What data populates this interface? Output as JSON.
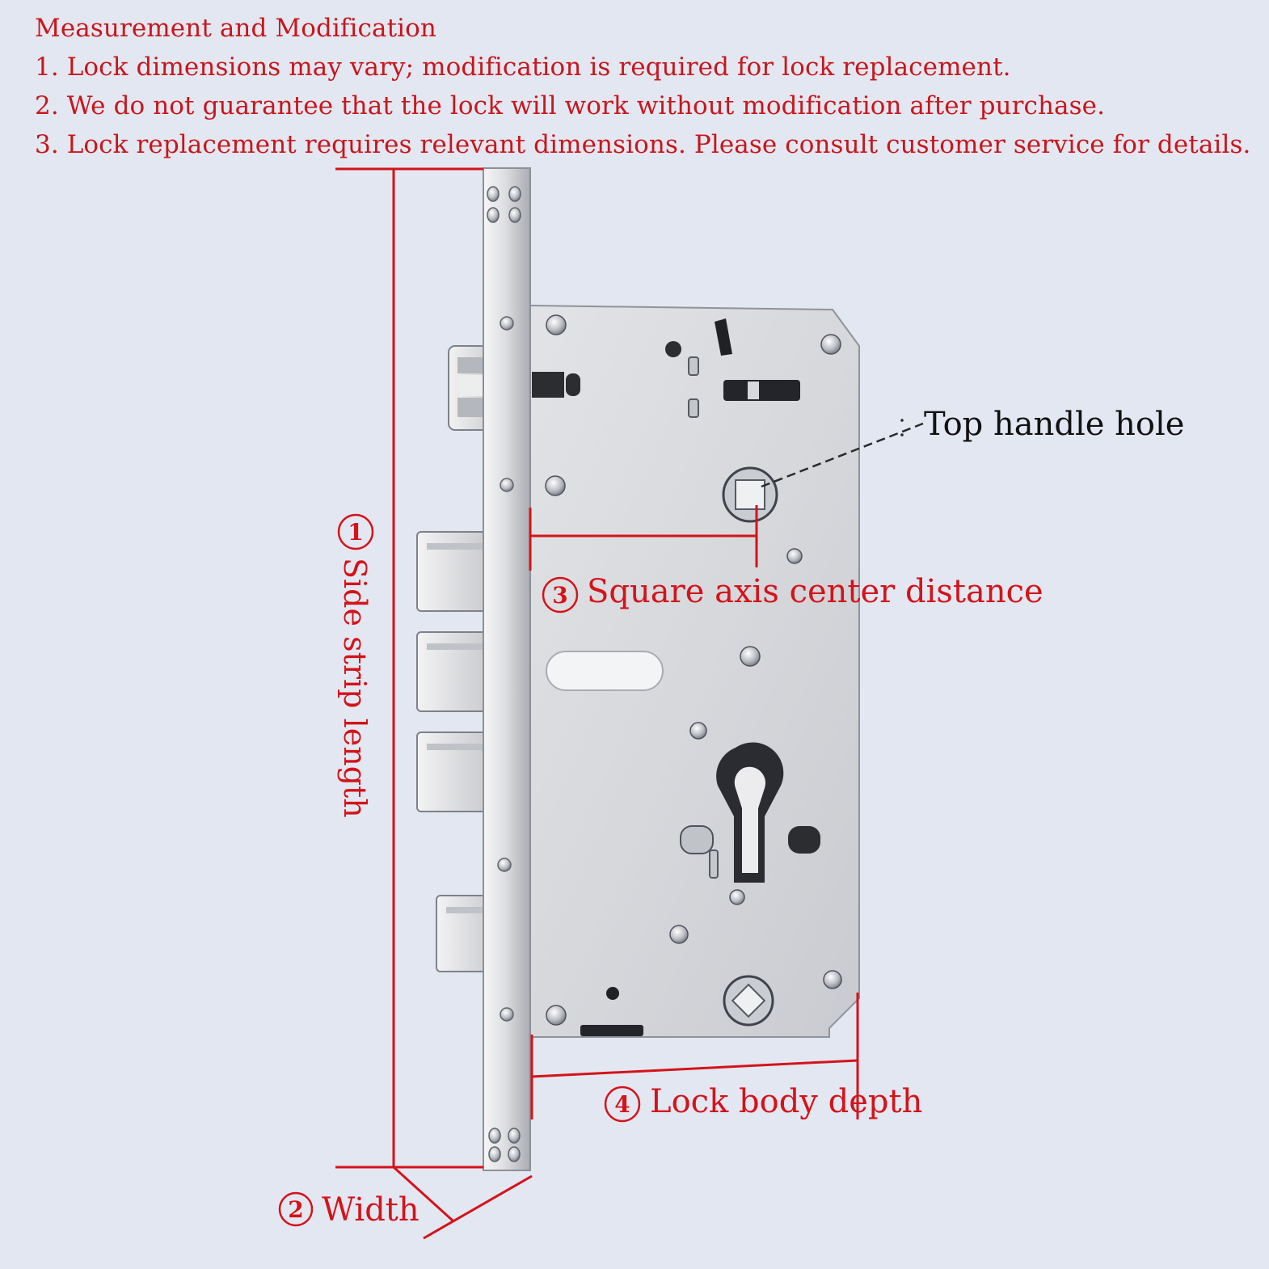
{
  "notes": {
    "title": "Measurement and Modification",
    "items": [
      "1. Lock dimensions may vary; modification is required for lock replacement.",
      "2. We do not guarantee that the lock will work without modification after purchase.",
      "3. Lock replacement requires relevant dimensions. Please consult customer service for details."
    ]
  },
  "callouts": {
    "top_handle_hole": "Top handle hole",
    "side_strip_length": {
      "number": "1",
      "label": "Side strip length"
    },
    "width": {
      "number": "2",
      "label": "Width"
    },
    "square_axis_center_distance": {
      "number": "3",
      "label": "Square axis center distance"
    },
    "lock_body_depth": {
      "number": "4",
      "label": "Lock body depth"
    }
  },
  "colors": {
    "annotation_red": "#d4131a",
    "background": "#e3e7f1",
    "steel": "#d7d9dd"
  }
}
